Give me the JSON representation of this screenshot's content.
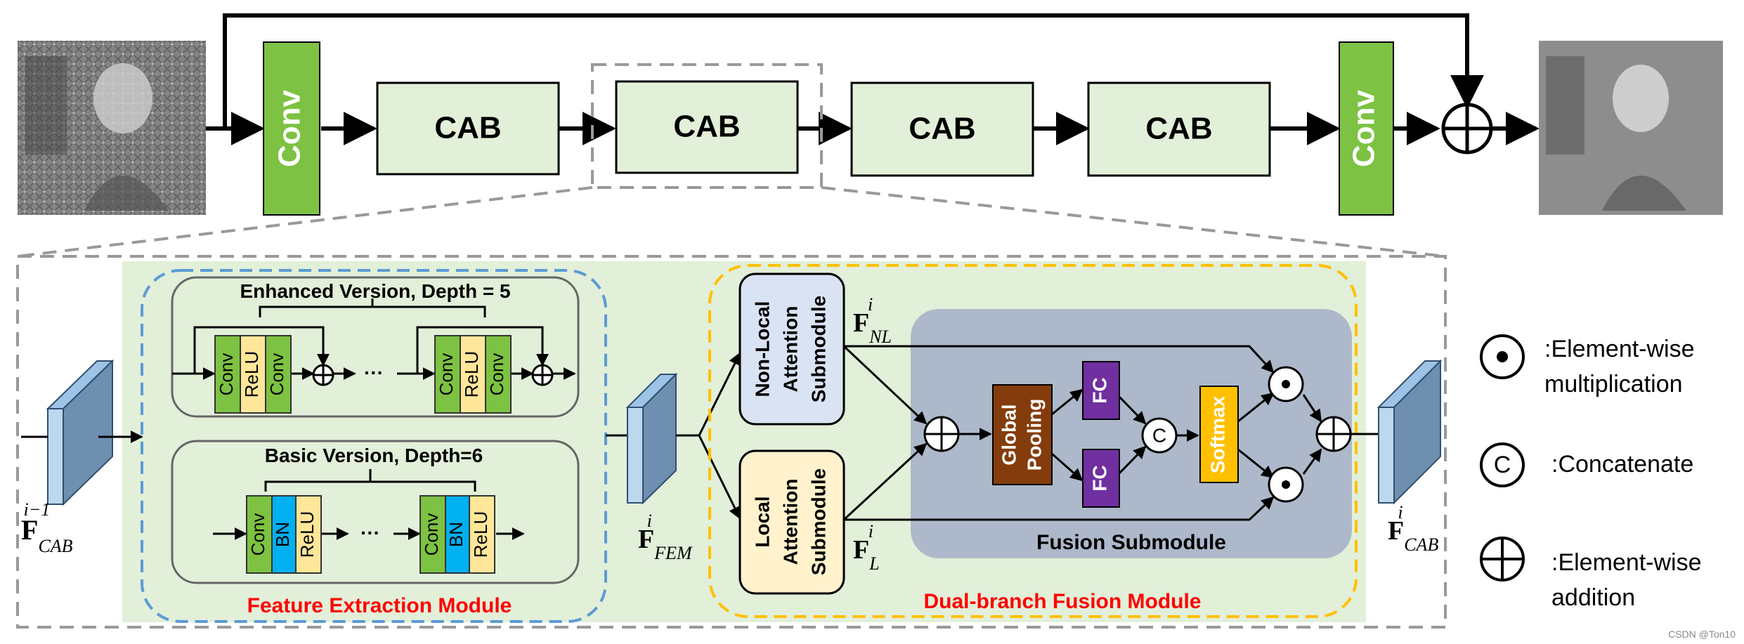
{
  "top": {
    "conv_in": "Conv",
    "cab_1": "CAB",
    "cab_2": "CAB",
    "cab_3": "CAB",
    "cab_4": "CAB",
    "conv_out": "Conv"
  },
  "fem": {
    "title": "Feature Extraction Module",
    "enhanced": {
      "title": "Enhanced Version, Depth = 5",
      "block": [
        "Conv",
        "ReLU",
        "Conv"
      ],
      "ellipsis": "···"
    },
    "basic": {
      "title": "Basic Version, Depth=6",
      "block": [
        "Conv",
        "BN",
        "ReLU"
      ],
      "ellipsis": "···"
    }
  },
  "dual": {
    "title": "Dual-branch Fusion Module",
    "nonlocal": [
      "Non-Local",
      "Attention",
      "Submodule"
    ],
    "local": [
      "Local",
      "Attention",
      "Submodule"
    ],
    "fusion": {
      "title": "Fusion Submodule",
      "pooling": [
        "Global",
        "Pooling"
      ],
      "fc": "FC",
      "softmax": "Softmax",
      "concat": "C"
    }
  },
  "labels": {
    "f_in": {
      "main": "F",
      "sup": "i−1",
      "sub": "CAB"
    },
    "f_fem": {
      "main": "F",
      "sup": "i",
      "sub": "FEM"
    },
    "f_nl": {
      "main": "F",
      "sup": "i",
      "sub": "NL"
    },
    "f_l": {
      "main": "F",
      "sup": "i",
      "sub": "L"
    },
    "f_out": {
      "main": "F",
      "sup": "i",
      "sub": "CAB"
    }
  },
  "legend": {
    "mult": [
      ":Element-wise",
      "multiplication"
    ],
    "concat_symbol": "C",
    "concat": ":Concatenate",
    "add": [
      ":Element-wise",
      "addition"
    ]
  },
  "watermark": "CSDN @Ton10",
  "colors": {
    "conv_green": "#7dc242",
    "cab_fill": "#e2f0d9",
    "panel_green": "#e2efd9",
    "relu_yellow": "#ffe699",
    "bn_blue": "#00b0f0",
    "pool_brown": "#843c0c",
    "fc_purple": "#7030a0",
    "softmax_orange": "#ffc000",
    "fusion_bg": "#adb9ca",
    "nonlocal_fill": "#dae3f3",
    "local_fill": "#fff2cc",
    "red_text": "#ff0000",
    "fem_dash": "#5b9bd5",
    "dual_dash": "#ffc000"
  }
}
